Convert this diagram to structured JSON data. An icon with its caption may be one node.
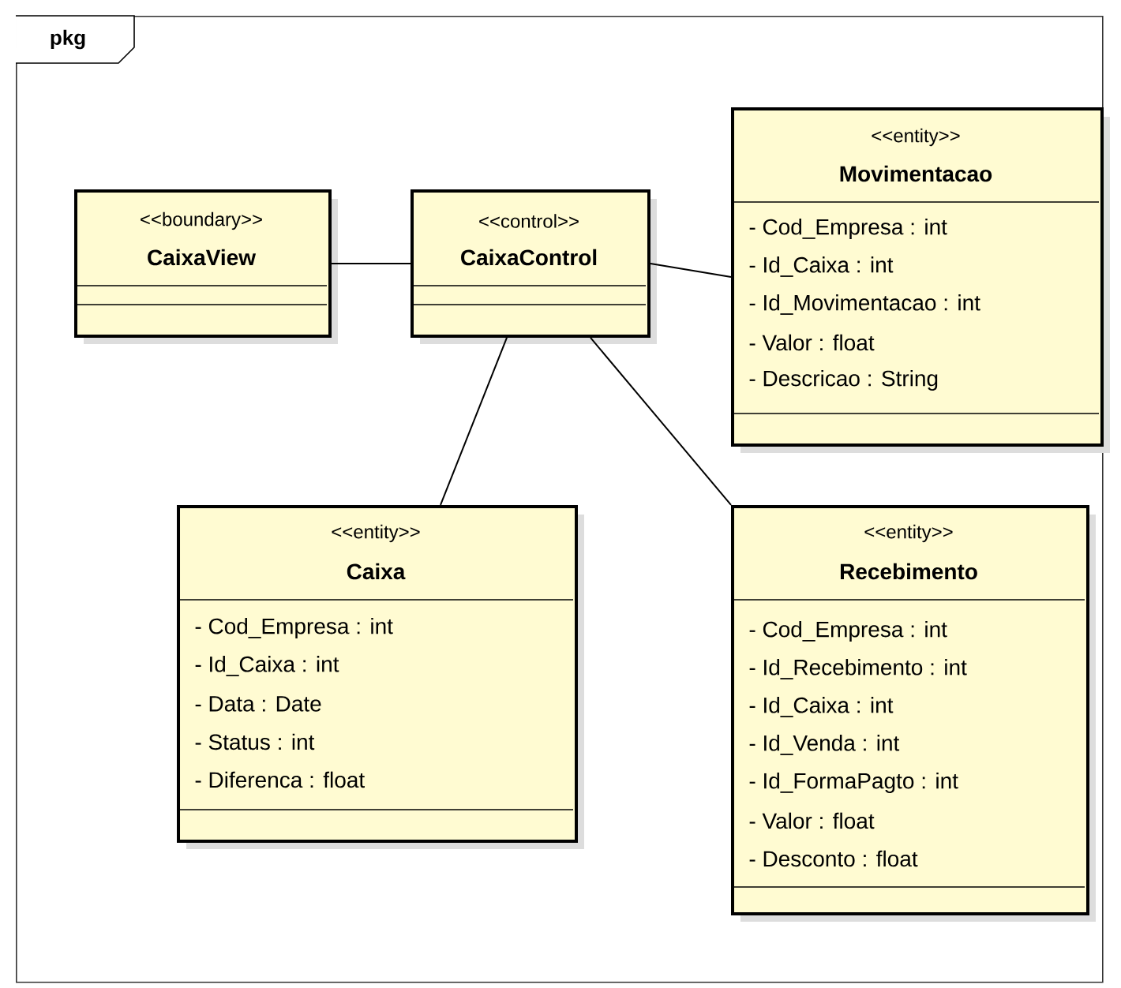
{
  "diagram": {
    "nodes": [
      {
        "text": [
          "pkg"
        ]
      },
      {
        "text": [
          "<<boundary>>",
          "CaixaView"
        ],
        "in": 0
      },
      {
        "text": [
          "<<control>>",
          "CaixaControl"
        ],
        "in": 0
      },
      {
        "text": [
          "<<entity>>",
          "Movimentacao",
          "- Cod_Empresa : int",
          "- Id_Caixa : int",
          "- Id_Movimentacao : int",
          "- Valor : float",
          "- Descricao : String"
        ],
        "in": 0
      },
      {
        "text": [
          "<<entity>>",
          "Caixa",
          "- Cod_Empresa : int",
          "- Id_Caixa : int",
          "- Data : Date",
          "- Status : int",
          "- Diferenca : float"
        ],
        "in": 0
      },
      {
        "text": [
          "<<entity>>",
          "Recebimento",
          "- Cod_Empresa : int",
          "- Id_Recebimento : int",
          "- Id_Caixa : int",
          "- Id_Venda : int",
          "- Id_FormaPagto : int",
          "- Valor : float",
          "- Desconto : float"
        ],
        "in": 0
      }
    ],
    "edges": [
      {
        "from": 1,
        "to": 2,
        "arrow": "none"
      },
      {
        "from": 2,
        "to": 3,
        "arrow": "none"
      },
      {
        "from": 2,
        "to": 4,
        "arrow": "none"
      },
      {
        "from": 2,
        "to": 5,
        "arrow": "none"
      }
    ]
  }
}
